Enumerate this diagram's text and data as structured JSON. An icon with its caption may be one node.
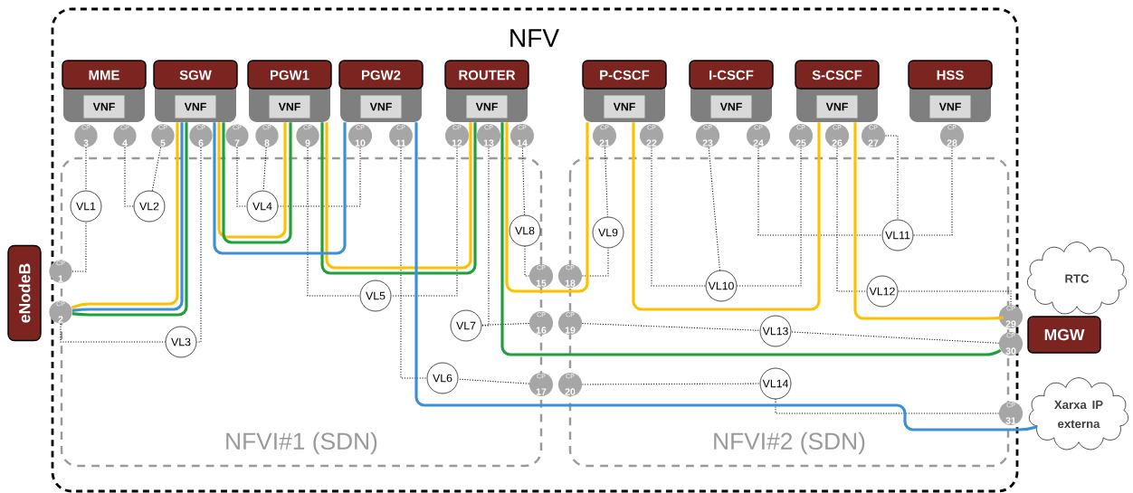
{
  "diagram": {
    "nodes": [
      {
        "text": [
          "NFV"
        ]
      },
      {
        "text": [
          "NFVI#1 (SDN)"
        ],
        "in": 0
      },
      {
        "text": [
          "NFVI#2 (SDN)"
        ],
        "in": 0
      },
      {
        "text": [
          "MME",
          "VNF"
        ],
        "in": 0
      },
      {
        "text": [
          "SGW",
          "VNF"
        ],
        "in": 0
      },
      {
        "text": [
          "PGW1",
          "VNF"
        ],
        "in": 0
      },
      {
        "text": [
          "PGW2",
          "VNF"
        ],
        "in": 0
      },
      {
        "text": [
          "ROUTER",
          "VNF"
        ],
        "in": 0
      },
      {
        "text": [
          "P-CSCF",
          "VNF"
        ],
        "in": 0
      },
      {
        "text": [
          "I-CSCF",
          "VNF"
        ],
        "in": 0
      },
      {
        "text": [
          "S-CSCF",
          "VNF"
        ],
        "in": 0
      },
      {
        "text": [
          "HSS",
          "VNF"
        ],
        "in": 0
      },
      {
        "text": [
          "eNodeB"
        ]
      },
      {
        "text": [
          "MGW"
        ]
      },
      {
        "text": [
          "RTC"
        ]
      },
      {
        "text": [
          "Xarxa IP externa"
        ]
      },
      {
        "text": [
          "CP",
          "1"
        ]
      },
      {
        "text": [
          "CP",
          "2"
        ]
      },
      {
        "text": [
          "CP",
          "3"
        ],
        "in": 0
      },
      {
        "text": [
          "CP",
          "4"
        ],
        "in": 0
      },
      {
        "text": [
          "CP",
          "5"
        ],
        "in": 0
      },
      {
        "text": [
          "CP",
          "6"
        ],
        "in": 0
      },
      {
        "text": [
          "CP",
          "7"
        ],
        "in": 0
      },
      {
        "text": [
          "CP",
          "8"
        ],
        "in": 0
      },
      {
        "text": [
          "CP",
          "9"
        ],
        "in": 0
      },
      {
        "text": [
          "CP",
          "10"
        ],
        "in": 0
      },
      {
        "text": [
          "CP",
          "11"
        ],
        "in": 0
      },
      {
        "text": [
          "CP",
          "12"
        ],
        "in": 0
      },
      {
        "text": [
          "CP",
          "13"
        ],
        "in": 0
      },
      {
        "text": [
          "CP",
          "14"
        ],
        "in": 0
      },
      {
        "text": [
          "CP",
          "15"
        ],
        "in": 0
      },
      {
        "text": [
          "CP",
          "16"
        ],
        "in": 0
      },
      {
        "text": [
          "CP",
          "17"
        ],
        "in": 0
      },
      {
        "text": [
          "CP",
          "18"
        ],
        "in": 0
      },
      {
        "text": [
          "CP",
          "19"
        ],
        "in": 0
      },
      {
        "text": [
          "CP",
          "20"
        ],
        "in": 0
      },
      {
        "text": [
          "CP",
          "21"
        ],
        "in": 0
      },
      {
        "text": [
          "CP",
          "22"
        ],
        "in": 0
      },
      {
        "text": [
          "CP",
          "23"
        ],
        "in": 0
      },
      {
        "text": [
          "CP",
          "24"
        ],
        "in": 0
      },
      {
        "text": [
          "CP",
          "25"
        ],
        "in": 0
      },
      {
        "text": [
          "CP",
          "26"
        ],
        "in": 0
      },
      {
        "text": [
          "CP",
          "27"
        ],
        "in": 0
      },
      {
        "text": [
          "CP",
          "28"
        ],
        "in": 0
      },
      {
        "text": [
          "CP",
          "29"
        ]
      },
      {
        "text": [
          "CP",
          "30"
        ]
      },
      {
        "text": [
          "CP",
          "31"
        ]
      },
      {
        "text": [
          "VL1"
        ],
        "in": 1
      },
      {
        "text": [
          "VL2"
        ],
        "in": 1
      },
      {
        "text": [
          "VL3"
        ],
        "in": 1
      },
      {
        "text": [
          "VL4"
        ],
        "in": 1
      },
      {
        "text": [
          "VL5"
        ],
        "in": 1
      },
      {
        "text": [
          "VL6"
        ],
        "in": 1
      },
      {
        "text": [
          "VL7"
        ],
        "in": 1
      },
      {
        "text": [
          "VL8"
        ],
        "in": 1
      },
      {
        "text": [
          "VL9"
        ],
        "in": 2
      },
      {
        "text": [
          "VL10"
        ],
        "in": 2
      },
      {
        "text": [
          "VL11"
        ],
        "in": 2
      },
      {
        "text": [
          "VL12"
        ],
        "in": 2
      },
      {
        "text": [
          "VL13"
        ],
        "in": 2
      },
      {
        "text": [
          "VL14"
        ],
        "in": 2
      }
    ],
    "edges": [
      {
        "from": 18,
        "to": 47,
        "arrow": "none",
        "style": "dashed"
      },
      {
        "from": 16,
        "to": 47,
        "arrow": "none",
        "style": "dashed"
      },
      {
        "from": 19,
        "to": 48,
        "arrow": "none",
        "style": "dashed"
      },
      {
        "from": 20,
        "to": 48,
        "arrow": "none",
        "style": "dashed"
      },
      {
        "from": 21,
        "to": 49,
        "arrow": "none",
        "style": "dashed"
      },
      {
        "from": 17,
        "to": 49,
        "arrow": "none",
        "style": "dashed"
      },
      {
        "from": 22,
        "to": 50,
        "arrow": "none",
        "style": "dashed"
      },
      {
        "from": 23,
        "to": 50,
        "arrow": "none",
        "style": "dashed"
      },
      {
        "from": 25,
        "to": 50,
        "arrow": "none",
        "style": "dashed"
      },
      {
        "from": 24,
        "to": 51,
        "arrow": "none",
        "style": "dashed"
      },
      {
        "from": 27,
        "to": 51,
        "arrow": "none",
        "style": "dashed"
      },
      {
        "from": 26,
        "to": 52,
        "arrow": "none",
        "style": "dashed"
      },
      {
        "from": 32,
        "to": 52,
        "arrow": "none",
        "style": "dashed"
      },
      {
        "from": 28,
        "to": 53,
        "arrow": "none",
        "style": "dashed"
      },
      {
        "from": 31,
        "to": 53,
        "arrow": "none",
        "style": "dashed"
      },
      {
        "from": 29,
        "to": 54,
        "arrow": "none",
        "style": "dashed"
      },
      {
        "from": 30,
        "to": 54,
        "arrow": "none",
        "style": "dashed"
      },
      {
        "from": 36,
        "to": 55,
        "arrow": "none",
        "style": "dashed"
      },
      {
        "from": 33,
        "to": 55,
        "arrow": "none",
        "style": "dashed"
      },
      {
        "from": 37,
        "to": 56,
        "arrow": "none",
        "style": "dashed"
      },
      {
        "from": 38,
        "to": 56,
        "arrow": "none",
        "style": "dashed"
      },
      {
        "from": 40,
        "to": 56,
        "arrow": "none",
        "style": "dashed"
      },
      {
        "from": 39,
        "to": 57,
        "arrow": "none",
        "style": "dashed"
      },
      {
        "from": 42,
        "to": 57,
        "arrow": "none",
        "style": "dashed"
      },
      {
        "from": 43,
        "to": 57,
        "arrow": "none",
        "style": "dashed"
      },
      {
        "from": 41,
        "to": 58,
        "arrow": "none",
        "style": "dashed"
      },
      {
        "from": 44,
        "to": 58,
        "arrow": "none",
        "style": "dashed"
      },
      {
        "from": 34,
        "to": 59,
        "arrow": "none",
        "style": "dashed"
      },
      {
        "from": 45,
        "to": 59,
        "arrow": "none",
        "style": "dashed"
      },
      {
        "from": 35,
        "to": 60,
        "arrow": "none",
        "style": "dashed"
      },
      {
        "from": 46,
        "to": 60,
        "arrow": "none",
        "style": "dashed"
      },
      {
        "from": 17,
        "to": 4,
        "arrow": "none",
        "style": "thick",
        "color": "#ffc000"
      },
      {
        "from": 4,
        "to": 5,
        "arrow": "none",
        "style": "thick",
        "color": "#ffc000"
      },
      {
        "from": 5,
        "to": 7,
        "arrow": "none",
        "style": "thick",
        "color": "#ffc000"
      },
      {
        "from": 7,
        "to": 8,
        "arrow": "none",
        "style": "thick",
        "color": "#ffc000"
      },
      {
        "from": 8,
        "to": 10,
        "arrow": "none",
        "style": "thick",
        "color": "#ffc000"
      },
      {
        "from": 10,
        "to": 44,
        "arrow": "none",
        "style": "thick",
        "color": "#ffc000"
      },
      {
        "from": 17,
        "to": 4,
        "arrow": "none",
        "style": "thick",
        "color": "#1fa03c"
      },
      {
        "from": 4,
        "to": 5,
        "arrow": "none",
        "style": "thick",
        "color": "#1fa03c"
      },
      {
        "from": 5,
        "to": 7,
        "arrow": "none",
        "style": "thick",
        "color": "#1fa03c"
      },
      {
        "from": 7,
        "to": 45,
        "arrow": "none",
        "style": "thick",
        "color": "#1fa03c"
      },
      {
        "from": 17,
        "to": 4,
        "arrow": "none",
        "style": "thick",
        "color": "#3d8fd9"
      },
      {
        "from": 4,
        "to": 6,
        "arrow": "none",
        "style": "thick",
        "color": "#3d8fd9"
      },
      {
        "from": 6,
        "to": 15,
        "arrow": "none",
        "style": "thick",
        "color": "#3d8fd9"
      }
    ]
  }
}
